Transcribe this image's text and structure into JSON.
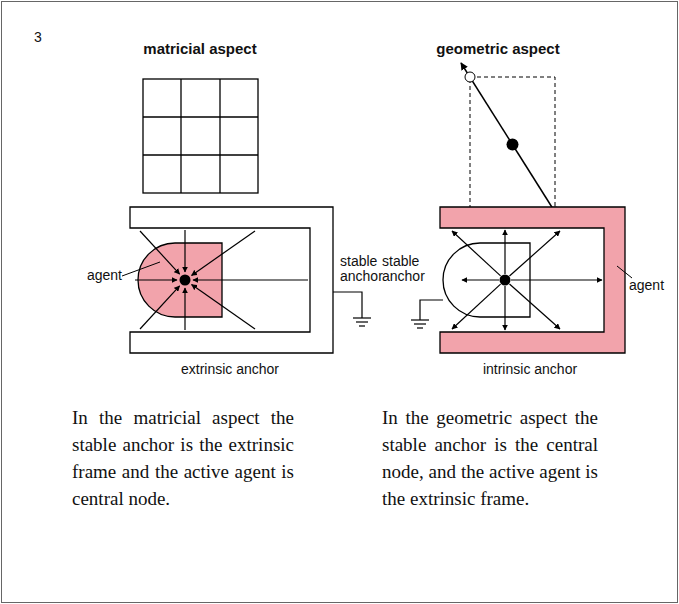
{
  "diagram": {
    "labels": [
      "3",
      "matricial aspect",
      "geometric aspect",
      "agent",
      "stable anchor",
      "extrinsic anchor",
      "stable anchor",
      "agent",
      "intrinsic anchor",
      "In the matricial aspect the stable anchor is the extrinsic frame and the active agent is central node.",
      "In the geometric aspect the stable anchor is the central node, and the active agent is the extrinsic frame."
    ]
  }
}
